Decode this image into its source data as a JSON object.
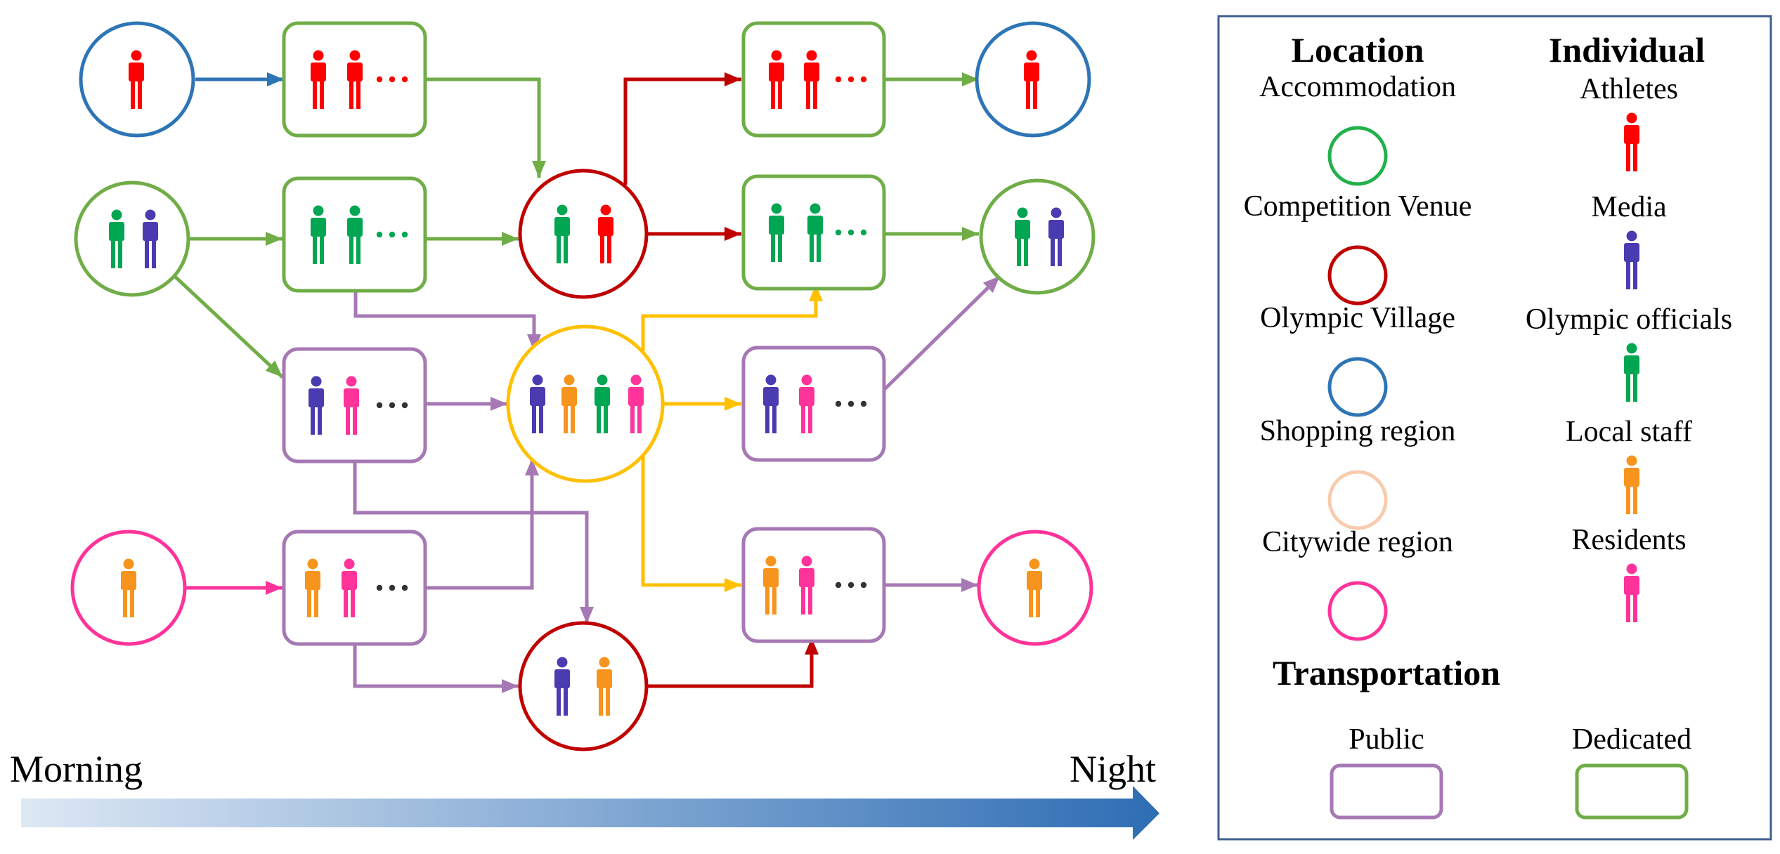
{
  "colors": {
    "accommodation": "#22b14c",
    "competition_venue": "#c00000",
    "olympic_village": "#2e75b6",
    "shopping_region": "#f8cbad",
    "citywide_region": "#ff3399",
    "public_transport": "#a678b4",
    "dedicated_transport": "#70ad47",
    "hub": "#ffc000",
    "athletes": "#ff0000",
    "media": "#4b3bb1",
    "olympic_officials": "#00a651",
    "local_staff": "#f7941d",
    "residents": "#ff3399",
    "timeline_start": "#dde8f4",
    "timeline_end": "#2e6db4"
  },
  "timeline": {
    "start_label": "Morning",
    "end_label": "Night"
  },
  "legend": {
    "location_header": "Location",
    "individual_header": "Individual",
    "transportation_header": "Transportation",
    "locations": [
      {
        "label": "Accommodation",
        "color_key": "accommodation"
      },
      {
        "label": "Competition  Venue",
        "color_key": "competition_venue"
      },
      {
        "label": "Olympic  Village",
        "color_key": "olympic_village"
      },
      {
        "label": "Shopping  region",
        "color_key": "shopping_region"
      },
      {
        "label": "Citywide  region",
        "color_key": "citywide_region"
      }
    ],
    "individuals": [
      {
        "label": "Athletes",
        "color_key": "athletes"
      },
      {
        "label": "Media",
        "color_key": "media"
      },
      {
        "label": "Olympic  officials",
        "color_key": "olympic_officials"
      },
      {
        "label": "Local  staff",
        "color_key": "local_staff"
      },
      {
        "label": "Residents",
        "color_key": "residents"
      }
    ],
    "transportation": [
      {
        "label": "Public",
        "color_key": "public_transport"
      },
      {
        "label": "Dedicated",
        "color_key": "dedicated_transport"
      }
    ]
  },
  "icons": {
    "person": "person-icon",
    "ellipsis": "ellipsis-dots"
  }
}
